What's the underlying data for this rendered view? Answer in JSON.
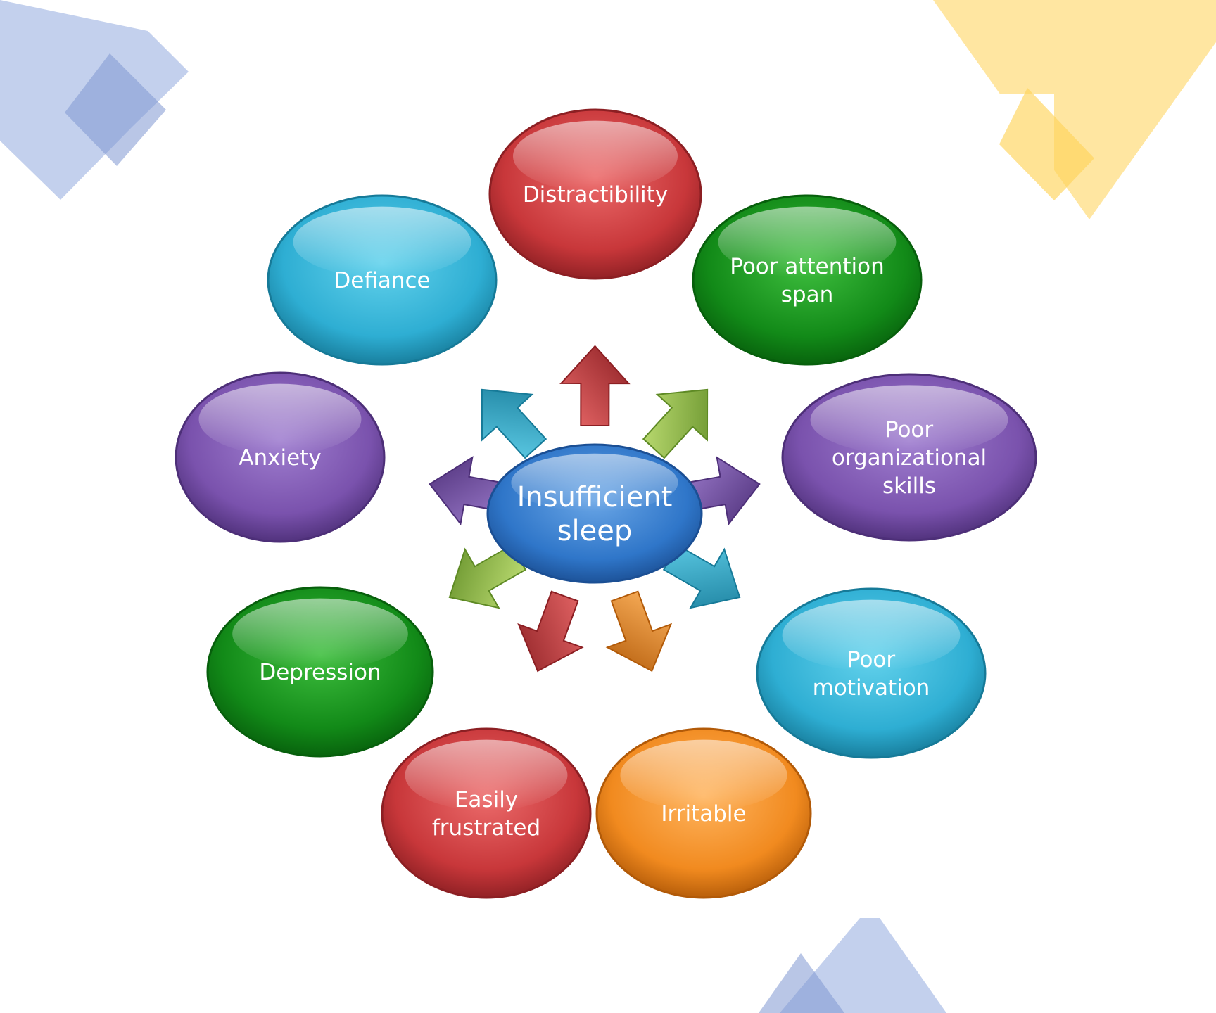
{
  "diagram": {
    "center": {
      "label_lines": [
        "Insufficient",
        "sleep"
      ],
      "color": "blue"
    },
    "effects": [
      {
        "id": "distractibility",
        "label_lines": [
          "Distractibility"
        ],
        "color": "red"
      },
      {
        "id": "poor-attention-span",
        "label_lines": [
          "Poor attention",
          "span"
        ],
        "color": "green"
      },
      {
        "id": "poor-organizational-skills",
        "label_lines": [
          "Poor",
          "organizational",
          "skills"
        ],
        "color": "purple"
      },
      {
        "id": "poor-motivation",
        "label_lines": [
          "Poor",
          "motivation"
        ],
        "color": "cyan"
      },
      {
        "id": "irritable",
        "label_lines": [
          "Irritable"
        ],
        "color": "orange"
      },
      {
        "id": "easily-frustrated",
        "label_lines": [
          "Easily",
          "frustrated"
        ],
        "color": "red"
      },
      {
        "id": "depression",
        "label_lines": [
          "Depression"
        ],
        "color": "green"
      },
      {
        "id": "anxiety",
        "label_lines": [
          "Anxiety"
        ],
        "color": "purple"
      },
      {
        "id": "defiance",
        "label_lines": [
          "Defiance"
        ],
        "color": "cyan"
      }
    ],
    "arrows": [
      {
        "points_to": "distractibility",
        "color": "red"
      },
      {
        "points_to": "poor-attention-span",
        "color": "lime"
      },
      {
        "points_to": "poor-organizational-skills",
        "color": "purple"
      },
      {
        "points_to": "poor-motivation",
        "color": "cyan"
      },
      {
        "points_to": "irritable",
        "color": "orange"
      },
      {
        "points_to": "easily-frustrated",
        "color": "red"
      },
      {
        "points_to": "depression",
        "color": "lime"
      },
      {
        "points_to": "anxiety",
        "color": "purple"
      },
      {
        "points_to": "defiance",
        "color": "cyan"
      }
    ]
  },
  "palette": {
    "red": {
      "light": "#ec6b6b",
      "base": "#c8373a",
      "dark": "#8c1f23"
    },
    "green": {
      "light": "#3fbf3f",
      "base": "#128a18",
      "dark": "#075f0c"
    },
    "purple": {
      "light": "#a07fd0",
      "base": "#7a52ad",
      "dark": "#4d2f78"
    },
    "cyan": {
      "light": "#63d2ec",
      "base": "#2eaed3",
      "dark": "#167a98"
    },
    "orange": {
      "light": "#ffb560",
      "base": "#f18a1f",
      "dark": "#b25a08"
    },
    "blue": {
      "light": "#6aa6e6",
      "base": "#2f76c9",
      "dark": "#1b4f94"
    },
    "lime": {
      "light": "#c6e57a",
      "base": "#8cc046",
      "dark": "#5e8a24"
    }
  },
  "decor": {
    "top_left_color": "#a3b7e3",
    "top_right_color": "#ffe08a",
    "bottom_right_color": "#a3b7e3"
  }
}
